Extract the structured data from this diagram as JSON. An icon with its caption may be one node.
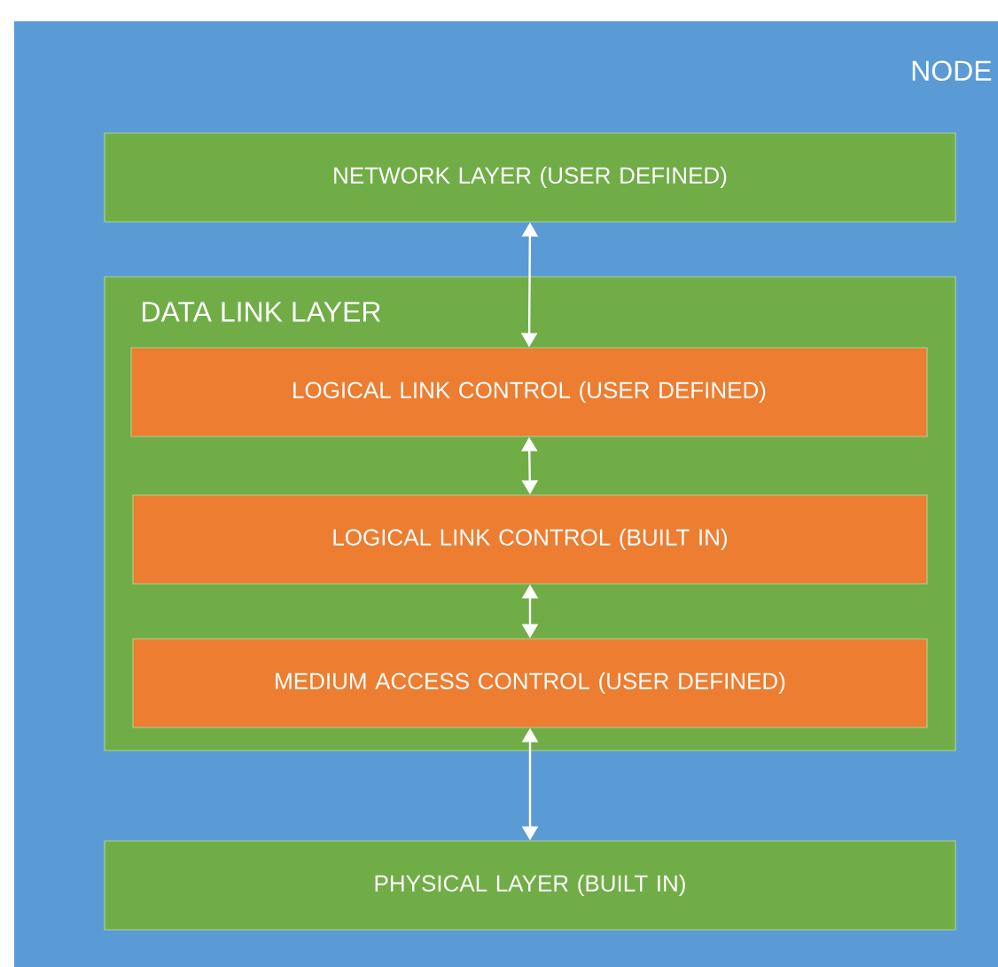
{
  "diagram": {
    "nodes": [
      {
        "text": [
          "NODE"
        ]
      },
      {
        "text": [
          "NETWORK LAYER (USER DEFINED)"
        ],
        "in": 0
      },
      {
        "text": [
          "DATA LINK LAYER"
        ],
        "in": 0
      },
      {
        "text": [
          "LOGICAL LINK CONTROL (USER DEFINED)"
        ],
        "in": 2
      },
      {
        "text": [
          "LOGICAL LINK CONTROL (BUILT IN)"
        ],
        "in": 2
      },
      {
        "text": [
          "MEDIUM ACCESS CONTROL (USER DEFINED)"
        ],
        "in": 2
      },
      {
        "text": [
          "PHYSICAL LAYER (BUILT IN)"
        ],
        "in": 0
      }
    ],
    "edges": [
      {
        "from": 1,
        "to": 3,
        "arrow": "both"
      },
      {
        "from": 3,
        "to": 4,
        "arrow": "both"
      },
      {
        "from": 4,
        "to": 5,
        "arrow": "both"
      },
      {
        "from": 5,
        "to": 6,
        "arrow": "both"
      }
    ]
  }
}
